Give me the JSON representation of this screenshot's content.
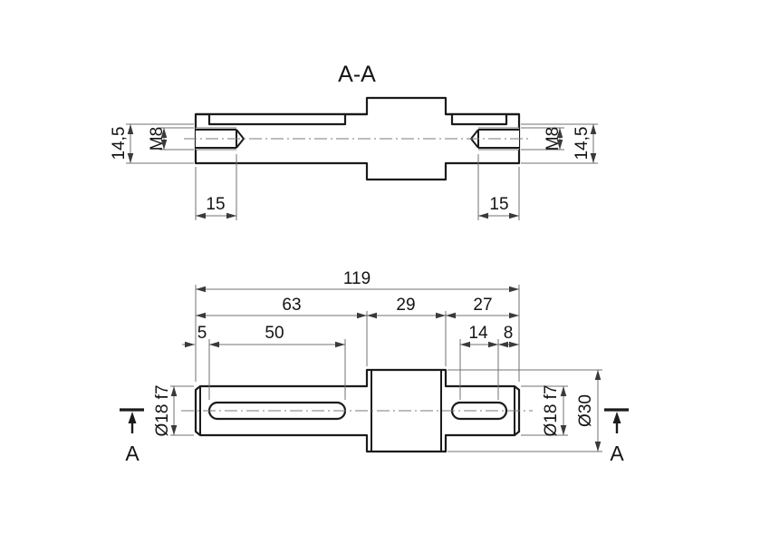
{
  "drawing": {
    "section_title": "A-A",
    "section_view": {
      "dim_height_left": "14,5",
      "dim_height_right": "14,5",
      "thread_left": "M8",
      "thread_right": "M8",
      "thread_depth_left": "15",
      "thread_depth_right": "15"
    },
    "side_view": {
      "dim_total_length": "119",
      "dim_left_segment": "63",
      "dim_hub_width": "29",
      "dim_right_segment": "27",
      "dim_keyway_offset_left": "5",
      "dim_keyway_length_left": "50",
      "dim_keyway_length_right": "14",
      "dim_keyway_offset_right": "8",
      "dim_diameter_left": "Ø18 f7",
      "dim_diameter_right": "Ø18 f7",
      "dim_hub_diameter": "Ø30",
      "section_arrow_left_label": "A",
      "section_arrow_right_label": "A"
    },
    "colors": {
      "ink": "#1b1b1b",
      "thin_line": "#707070",
      "hatch_line": "#9b9b9b",
      "background": "#ffffff"
    }
  }
}
